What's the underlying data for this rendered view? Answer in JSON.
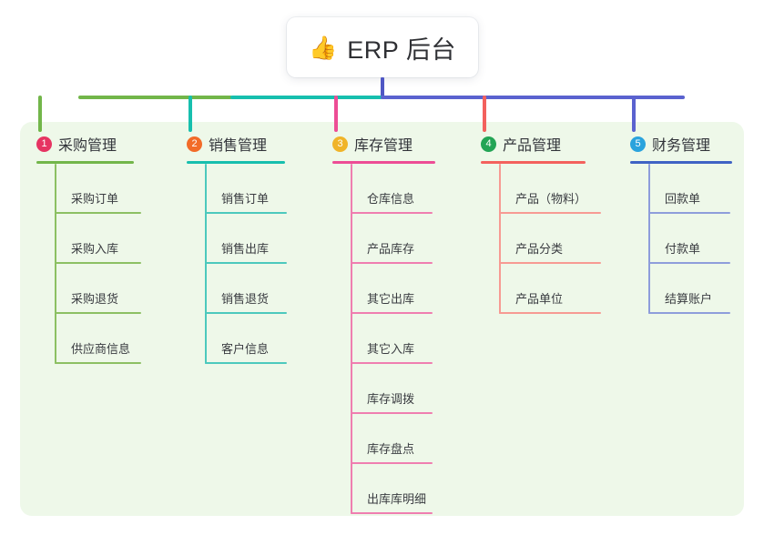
{
  "root": {
    "icon": "thumbs-up-icon",
    "emoji": "👍",
    "title": "ERP 后台"
  },
  "palette": {
    "panel_background": "#eef8e9",
    "page_background": "#ffffff",
    "root_stem": "#4f57c4",
    "bus_green": "#72b64a",
    "bus_teal": "#17bfae",
    "bus_blue": "#5a62cf"
  },
  "bus": {
    "segments": [
      {
        "name": "green",
        "color": "#72b64a"
      },
      {
        "name": "teal",
        "color": "#17bfae"
      },
      {
        "name": "blue",
        "color": "#5a62cf"
      }
    ]
  },
  "columns": [
    {
      "number": "1",
      "title": "采购管理",
      "badge_color": "#e63462",
      "rule_color": "#72b64a",
      "drop_color": "#72b64a",
      "line_color": "#8cc063",
      "items": [
        {
          "label": "采购订单"
        },
        {
          "label": "采购入库"
        },
        {
          "label": "采购退货"
        },
        {
          "label": "供应商信息"
        }
      ]
    },
    {
      "number": "2",
      "title": "销售管理",
      "badge_color": "#f26b28",
      "rule_color": "#17bfae",
      "drop_color": "#17bfae",
      "line_color": "#4cc9bd",
      "items": [
        {
          "label": "销售订单"
        },
        {
          "label": "销售出库"
        },
        {
          "label": "销售退货"
        },
        {
          "label": "客户信息"
        }
      ]
    },
    {
      "number": "3",
      "title": "库存管理",
      "badge_color": "#f0b429",
      "rule_color": "#ed4d95",
      "drop_color": "#ed4d95",
      "line_color": "#ef7eb0",
      "items": [
        {
          "label": "仓库信息"
        },
        {
          "label": "产品库存"
        },
        {
          "label": "其它出库"
        },
        {
          "label": "其它入库"
        },
        {
          "label": "库存调拨"
        },
        {
          "label": "库存盘点"
        },
        {
          "label": "出库库明细"
        }
      ]
    },
    {
      "number": "4",
      "title": "产品管理",
      "badge_color": "#23a455",
      "rule_color": "#f3615d",
      "drop_color": "#f3615d",
      "line_color": "#f79a93",
      "items": [
        {
          "label": "产品（物料）"
        },
        {
          "label": "产品分类"
        },
        {
          "label": "产品单位"
        }
      ]
    },
    {
      "number": "5",
      "title": "财务管理",
      "badge_color": "#2aa3dd",
      "rule_color": "#3f63c4",
      "drop_color": "#5a62cf",
      "line_color": "#8e9ddb",
      "items": [
        {
          "label": "回款单"
        },
        {
          "label": "付款单"
        },
        {
          "label": "结算账户"
        }
      ]
    }
  ]
}
